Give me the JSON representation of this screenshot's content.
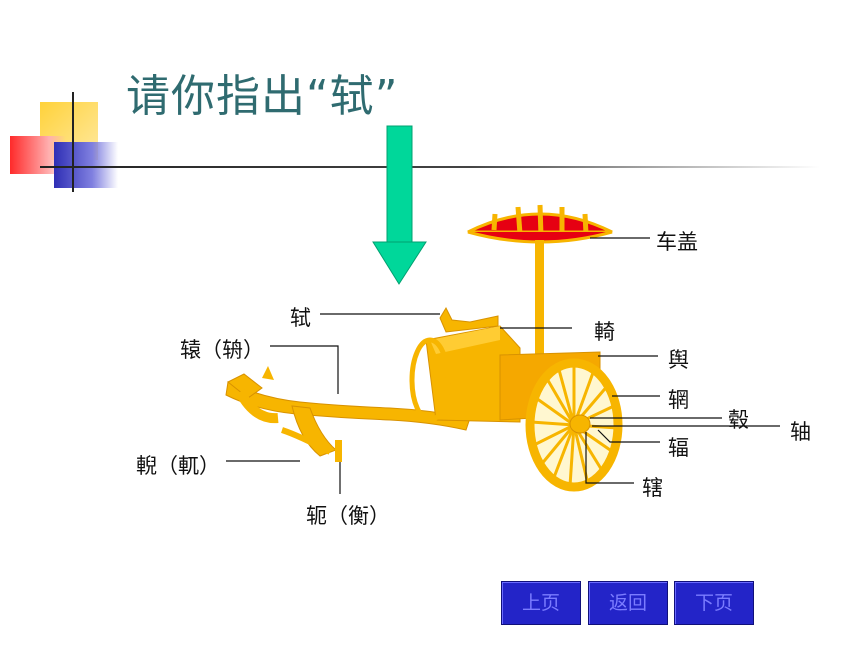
{
  "title": "请你指出“轼”",
  "labels": {
    "chegai": "车盖",
    "shi": "轼",
    "yuan": "辕（辀）",
    "yi": "輢",
    "yu": "舆",
    "wang": "辋",
    "gu": "毂",
    "zhou": "轴",
    "fu": "辐",
    "xia": "辖",
    "ni": "輗（軏）",
    "e": "轭（衡）"
  },
  "nav": {
    "prev": "上页",
    "back": "返回",
    "next": "下页"
  },
  "colors": {
    "title": "#2f6b70",
    "arrow": "#00d79a",
    "chariot": "#f7b500",
    "canopy": "#e60012",
    "button": "#2324c8",
    "button_text": "#7b7cff"
  }
}
